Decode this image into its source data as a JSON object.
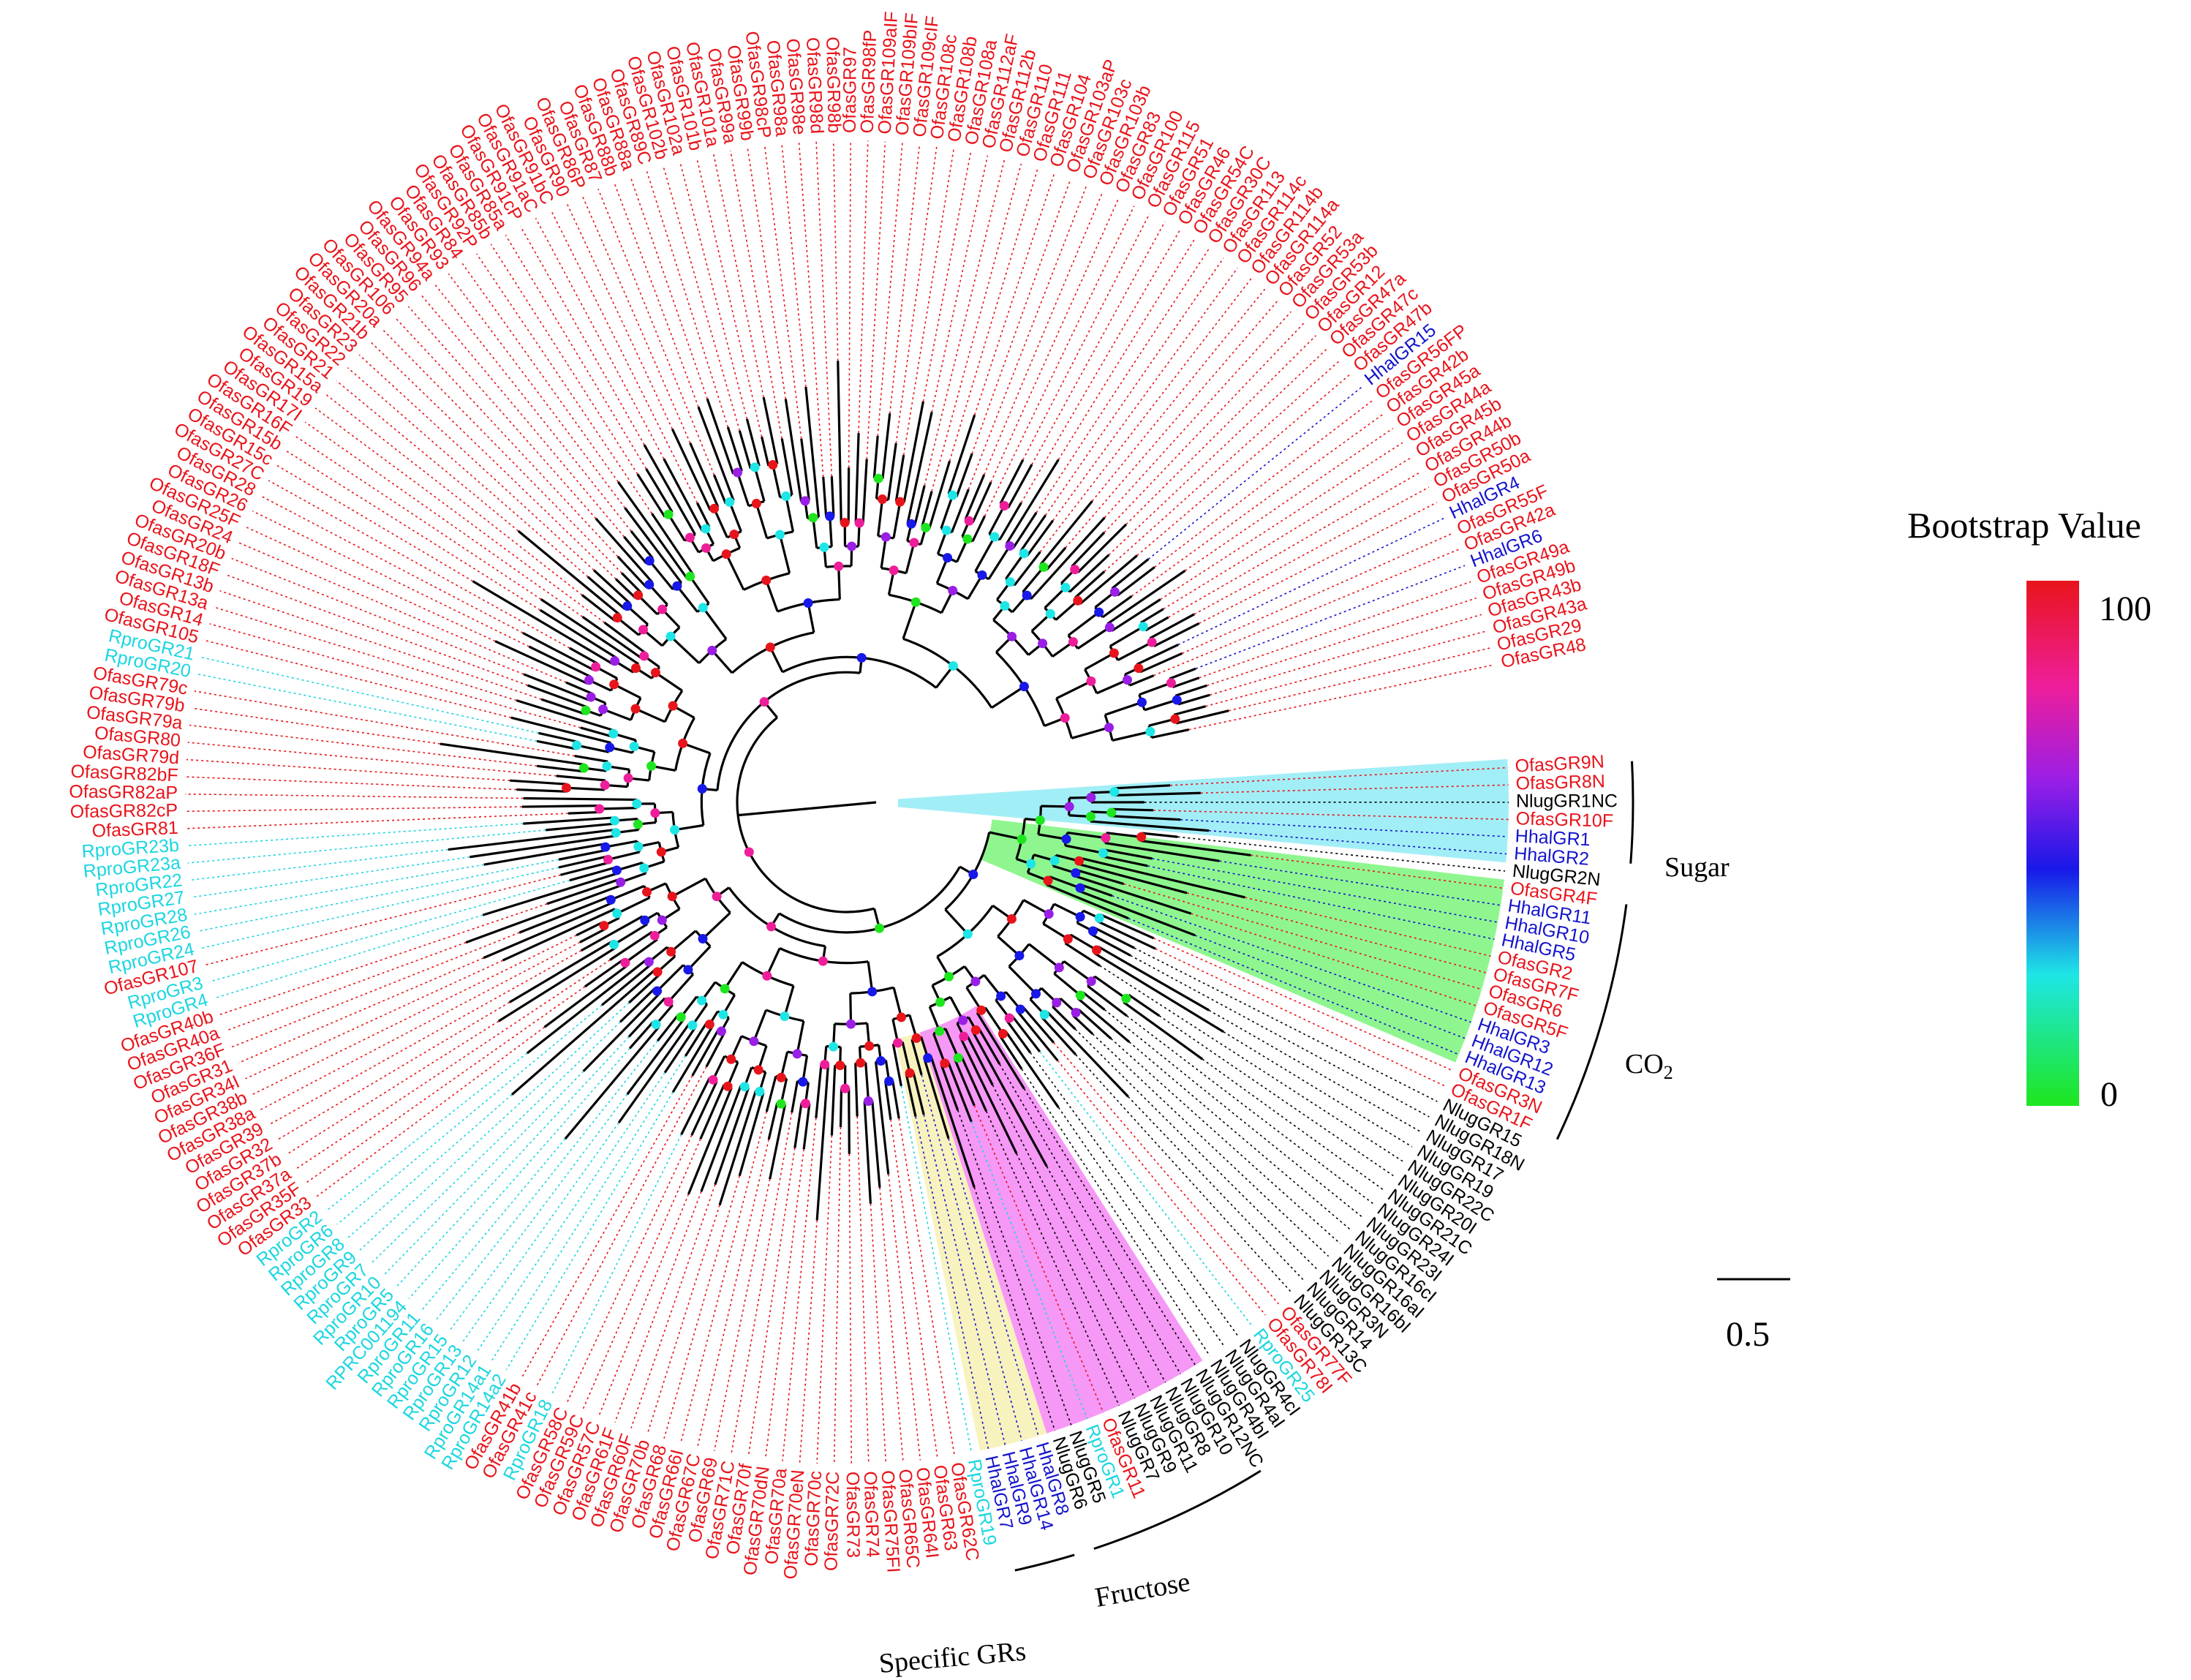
{
  "colors": {
    "Ofas": "#e8141b",
    "Rpro": "#1ad6e0",
    "Hhal": "#1414cc",
    "Nlug": "#000000",
    "gradient": [
      "#e8141b",
      "#ee1e9a",
      "#9a1ee6",
      "#1818e8",
      "#1ee6e6",
      "#1ee61e"
    ]
  },
  "leaves": [
    {
      "label": "OfasGR9N",
      "sp": "Ofas"
    },
    {
      "label": "OfasGR8N",
      "sp": "Ofas"
    },
    {
      "label": "NlugGR1NC",
      "sp": "Nlug"
    },
    {
      "label": "OfasGR10F",
      "sp": "Ofas"
    },
    {
      "label": "HhalGR1",
      "sp": "Hhal"
    },
    {
      "label": "HhalGR2",
      "sp": "Hhal"
    },
    {
      "label": "NlugGR2N",
      "sp": "Nlug"
    },
    {
      "label": "OfasGR4F",
      "sp": "Ofas"
    },
    {
      "label": "HhalGR11",
      "sp": "Hhal"
    },
    {
      "label": "HhalGR10",
      "sp": "Hhal"
    },
    {
      "label": "HhalGR5",
      "sp": "Hhal"
    },
    {
      "label": "OfasGR2",
      "sp": "Ofas"
    },
    {
      "label": "OfasGR7F",
      "sp": "Ofas"
    },
    {
      "label": "OfasGR6",
      "sp": "Ofas"
    },
    {
      "label": "OfasGR5F",
      "sp": "Ofas"
    },
    {
      "label": "HhalGR3",
      "sp": "Hhal"
    },
    {
      "label": "HhalGR12",
      "sp": "Hhal"
    },
    {
      "label": "HhalGR13",
      "sp": "Hhal"
    },
    {
      "label": "OfasGR3N",
      "sp": "Ofas"
    },
    {
      "label": "OfasGR1F",
      "sp": "Ofas"
    },
    {
      "label": "NlugGR15",
      "sp": "Nlug"
    },
    {
      "label": "NlugGR18N",
      "sp": "Nlug"
    },
    {
      "label": "NlugGR17",
      "sp": "Nlug"
    },
    {
      "label": "NlugGR19",
      "sp": "Nlug"
    },
    {
      "label": "NlugGR22C",
      "sp": "Nlug"
    },
    {
      "label": "NlugGR20I",
      "sp": "Nlug"
    },
    {
      "label": "NlugGR21C",
      "sp": "Nlug"
    },
    {
      "label": "NlugGR24I",
      "sp": "Nlug"
    },
    {
      "label": "NlugGR23I",
      "sp": "Nlug"
    },
    {
      "label": "NlugGR16cI",
      "sp": "Nlug"
    },
    {
      "label": "NlugGR16aI",
      "sp": "Nlug"
    },
    {
      "label": "NlugGR16bI",
      "sp": "Nlug"
    },
    {
      "label": "NlugGR3N",
      "sp": "Nlug"
    },
    {
      "label": "NlugGR14",
      "sp": "Nlug"
    },
    {
      "label": "NlugGR13C",
      "sp": "Nlug"
    },
    {
      "label": "OfasGR77F",
      "sp": "Ofas"
    },
    {
      "label": "OfasGR78I",
      "sp": "Ofas"
    },
    {
      "label": "RproGR25",
      "sp": "Rpro"
    },
    {
      "label": "NlugGR4cI",
      "sp": "Nlug"
    },
    {
      "label": "NlugGR4aI",
      "sp": "Nlug"
    },
    {
      "label": "NlugGR4bI",
      "sp": "Nlug"
    },
    {
      "label": "NlugGR12NC",
      "sp": "Nlug"
    },
    {
      "label": "NlugGR10",
      "sp": "Nlug"
    },
    {
      "label": "NlugGR8",
      "sp": "Nlug"
    },
    {
      "label": "NlugGR11",
      "sp": "Nlug"
    },
    {
      "label": "NlugGR9",
      "sp": "Nlug"
    },
    {
      "label": "NlugGR7",
      "sp": "Nlug"
    },
    {
      "label": "OfasGR11",
      "sp": "Ofas"
    },
    {
      "label": "RproGR1",
      "sp": "Rpro"
    },
    {
      "label": "NlugGR5",
      "sp": "Nlug"
    },
    {
      "label": "NlugGR6",
      "sp": "Nlug"
    },
    {
      "label": "HhalGR8",
      "sp": "Hhal"
    },
    {
      "label": "HhalGR14",
      "sp": "Hhal"
    },
    {
      "label": "HhalGR9",
      "sp": "Hhal"
    },
    {
      "label": "HhalGR7",
      "sp": "Hhal"
    },
    {
      "label": "RproGR19",
      "sp": "Rpro"
    },
    {
      "label": "OfasGR62C",
      "sp": "Ofas"
    },
    {
      "label": "OfasGR63",
      "sp": "Ofas"
    },
    {
      "label": "OfasGR64I",
      "sp": "Ofas"
    },
    {
      "label": "OfasGR65C",
      "sp": "Ofas"
    },
    {
      "label": "OfasGR75FI",
      "sp": "Ofas"
    },
    {
      "label": "OfasGR74",
      "sp": "Ofas"
    },
    {
      "label": "OfasGR73",
      "sp": "Ofas"
    },
    {
      "label": "OfasGR72C",
      "sp": "Ofas"
    },
    {
      "label": "OfasGR70c",
      "sp": "Ofas"
    },
    {
      "label": "OfasGR70eN",
      "sp": "Ofas"
    },
    {
      "label": "OfasGR70a",
      "sp": "Ofas"
    },
    {
      "label": "OfasGR70dN",
      "sp": "Ofas"
    },
    {
      "label": "OfasGR70f",
      "sp": "Ofas"
    },
    {
      "label": "OfasGR71C",
      "sp": "Ofas"
    },
    {
      "label": "OfasGR69",
      "sp": "Ofas"
    },
    {
      "label": "OfasGR67C",
      "sp": "Ofas"
    },
    {
      "label": "OfasGR66I",
      "sp": "Ofas"
    },
    {
      "label": "OfasGR68",
      "sp": "Ofas"
    },
    {
      "label": "OfasGR70b",
      "sp": "Ofas"
    },
    {
      "label": "OfasGR60F",
      "sp": "Ofas"
    },
    {
      "label": "OfasGR61F",
      "sp": "Ofas"
    },
    {
      "label": "OfasGR57C",
      "sp": "Ofas"
    },
    {
      "label": "OfasGR59C",
      "sp": "Ofas"
    },
    {
      "label": "OfasGR58C",
      "sp": "Ofas"
    },
    {
      "label": "RproGR18",
      "sp": "Rpro"
    },
    {
      "label": "OfasGR41c",
      "sp": "Ofas"
    },
    {
      "label": "OfasGR41b",
      "sp": "Ofas"
    },
    {
      "label": "RproGR14a2",
      "sp": "Rpro"
    },
    {
      "label": "RproGR14a1",
      "sp": "Rpro"
    },
    {
      "label": "RproGR12",
      "sp": "Rpro"
    },
    {
      "label": "RproGR13",
      "sp": "Rpro"
    },
    {
      "label": "RproGR15",
      "sp": "Rpro"
    },
    {
      "label": "RproGR16",
      "sp": "Rpro"
    },
    {
      "label": "RproGR11",
      "sp": "Rpro"
    },
    {
      "label": "RPRC001194",
      "sp": "Rpro"
    },
    {
      "label": "RproGR5",
      "sp": "Rpro"
    },
    {
      "label": "RproGR10",
      "sp": "Rpro"
    },
    {
      "label": "RproGR7",
      "sp": "Rpro"
    },
    {
      "label": "RproGR9",
      "sp": "Rpro"
    },
    {
      "label": "RproGR8",
      "sp": "Rpro"
    },
    {
      "label": "RproGR6",
      "sp": "Rpro"
    },
    {
      "label": "RproGR2",
      "sp": "Rpro"
    },
    {
      "label": "OfasGR33",
      "sp": "Ofas"
    },
    {
      "label": "OfasGR35F",
      "sp": "Ofas"
    },
    {
      "label": "OfasGR37a",
      "sp": "Ofas"
    },
    {
      "label": "OfasGR37b",
      "sp": "Ofas"
    },
    {
      "label": "OfasGR32",
      "sp": "Ofas"
    },
    {
      "label": "OfasGR39",
      "sp": "Ofas"
    },
    {
      "label": "OfasGR38a",
      "sp": "Ofas"
    },
    {
      "label": "OfasGR38b",
      "sp": "Ofas"
    },
    {
      "label": "OfasGR34I",
      "sp": "Ofas"
    },
    {
      "label": "OfasGR31",
      "sp": "Ofas"
    },
    {
      "label": "OfasGR36F",
      "sp": "Ofas"
    },
    {
      "label": "OfasGR40a",
      "sp": "Ofas"
    },
    {
      "label": "OfasGR40b",
      "sp": "Ofas"
    },
    {
      "label": "RproGR4",
      "sp": "Rpro"
    },
    {
      "label": "RproGR3",
      "sp": "Rpro"
    },
    {
      "label": "OfasGR107",
      "sp": "Ofas"
    },
    {
      "label": "RproGR24",
      "sp": "Rpro"
    },
    {
      "label": "RproGR26",
      "sp": "Rpro"
    },
    {
      "label": "RproGR28",
      "sp": "Rpro"
    },
    {
      "label": "RproGR27",
      "sp": "Rpro"
    },
    {
      "label": "RproGR22",
      "sp": "Rpro"
    },
    {
      "label": "RproGR23a",
      "sp": "Rpro"
    },
    {
      "label": "RproGR23b",
      "sp": "Rpro"
    },
    {
      "label": "OfasGR81",
      "sp": "Ofas"
    },
    {
      "label": "OfasGR82cP",
      "sp": "Ofas"
    },
    {
      "label": "OfasGR82aP",
      "sp": "Ofas"
    },
    {
      "label": "OfasGR82bF",
      "sp": "Ofas"
    },
    {
      "label": "OfasGR79d",
      "sp": "Ofas"
    },
    {
      "label": "OfasGR80",
      "sp": "Ofas"
    },
    {
      "label": "OfasGR79a",
      "sp": "Ofas"
    },
    {
      "label": "OfasGR79b",
      "sp": "Ofas"
    },
    {
      "label": "OfasGR79c",
      "sp": "Ofas"
    },
    {
      "label": "RproGR20",
      "sp": "Rpro"
    },
    {
      "label": "RproGR21",
      "sp": "Rpro"
    },
    {
      "label": "OfasGR105",
      "sp": "Ofas"
    },
    {
      "label": "OfasGR14",
      "sp": "Ofas"
    },
    {
      "label": "OfasGR13a",
      "sp": "Ofas"
    },
    {
      "label": "OfasGR13b",
      "sp": "Ofas"
    },
    {
      "label": "OfasGR18F",
      "sp": "Ofas"
    },
    {
      "label": "OfasGR20b",
      "sp": "Ofas"
    },
    {
      "label": "OfasGR24",
      "sp": "Ofas"
    },
    {
      "label": "OfasGR25F",
      "sp": "Ofas"
    },
    {
      "label": "OfasGR26",
      "sp": "Ofas"
    },
    {
      "label": "OfasGR28",
      "sp": "Ofas"
    },
    {
      "label": "OfasGR27C",
      "sp": "Ofas"
    },
    {
      "label": "OfasGR15c",
      "sp": "Ofas"
    },
    {
      "label": "OfasGR15b",
      "sp": "Ofas"
    },
    {
      "label": "OfasGR16F",
      "sp": "Ofas"
    },
    {
      "label": "OfasGR17I",
      "sp": "Ofas"
    },
    {
      "label": "OfasGR19",
      "sp": "Ofas"
    },
    {
      "label": "OfasGR15a",
      "sp": "Ofas"
    },
    {
      "label": "OfasGR21",
      "sp": "Ofas"
    },
    {
      "label": "OfasGR22",
      "sp": "Ofas"
    },
    {
      "label": "OfasGR23",
      "sp": "Ofas"
    },
    {
      "label": "OfasGR21b",
      "sp": "Ofas"
    },
    {
      "label": "OfasGR20a",
      "sp": "Ofas"
    },
    {
      "label": "OfasGR106",
      "sp": "Ofas"
    },
    {
      "label": "OfasGR95",
      "sp": "Ofas"
    },
    {
      "label": "OfasGR96",
      "sp": "Ofas"
    },
    {
      "label": "OfasGR94a",
      "sp": "Ofas"
    },
    {
      "label": "OfasGR93",
      "sp": "Ofas"
    },
    {
      "label": "OfasGR84",
      "sp": "Ofas"
    },
    {
      "label": "OfasGR92P",
      "sp": "Ofas"
    },
    {
      "label": "OfasGR85b",
      "sp": "Ofas"
    },
    {
      "label": "OfasGR85a",
      "sp": "Ofas"
    },
    {
      "label": "OfasGR91cP",
      "sp": "Ofas"
    },
    {
      "label": "OfasGR91aC",
      "sp": "Ofas"
    },
    {
      "label": "OfasGR91bC",
      "sp": "Ofas"
    },
    {
      "label": "OfasGR90",
      "sp": "Ofas"
    },
    {
      "label": "OfasGR86P",
      "sp": "Ofas"
    },
    {
      "label": "OfasGR87",
      "sp": "Ofas"
    },
    {
      "label": "OfasGR88b",
      "sp": "Ofas"
    },
    {
      "label": "OfasGR88a",
      "sp": "Ofas"
    },
    {
      "label": "OfasGR89C",
      "sp": "Ofas"
    },
    {
      "label": "OfasGR102b",
      "sp": "Ofas"
    },
    {
      "label": "OfasGR102a",
      "sp": "Ofas"
    },
    {
      "label": "OfasGR101b",
      "sp": "Ofas"
    },
    {
      "label": "OfasGR101a",
      "sp": "Ofas"
    },
    {
      "label": "OfasGR99a",
      "sp": "Ofas"
    },
    {
      "label": "OfasGR99b",
      "sp": "Ofas"
    },
    {
      "label": "OfasGR98cP",
      "sp": "Ofas"
    },
    {
      "label": "OfasGR98a",
      "sp": "Ofas"
    },
    {
      "label": "OfasGR98e",
      "sp": "Ofas"
    },
    {
      "label": "OfasGR98d",
      "sp": "Ofas"
    },
    {
      "label": "OfasGR98b",
      "sp": "Ofas"
    },
    {
      "label": "OfasGR97",
      "sp": "Ofas"
    },
    {
      "label": "OfasGR98fP",
      "sp": "Ofas"
    },
    {
      "label": "OfasGR109aIF",
      "sp": "Ofas"
    },
    {
      "label": "OfasGR109bIF",
      "sp": "Ofas"
    },
    {
      "label": "OfasGR109cIF",
      "sp": "Ofas"
    },
    {
      "label": "OfasGR108c",
      "sp": "Ofas"
    },
    {
      "label": "OfasGR108b",
      "sp": "Ofas"
    },
    {
      "label": "OfasGR108a",
      "sp": "Ofas"
    },
    {
      "label": "OfasGR112aF",
      "sp": "Ofas"
    },
    {
      "label": "OfasGR112b",
      "sp": "Ofas"
    },
    {
      "label": "OfasGR110",
      "sp": "Ofas"
    },
    {
      "label": "OfasGR111",
      "sp": "Ofas"
    },
    {
      "label": "OfasGR104",
      "sp": "Ofas"
    },
    {
      "label": "OfasGR103aP",
      "sp": "Ofas"
    },
    {
      "label": "OfasGR103c",
      "sp": "Ofas"
    },
    {
      "label": "OfasGR103b",
      "sp": "Ofas"
    },
    {
      "label": "OfasGR83",
      "sp": "Ofas"
    },
    {
      "label": "OfasGR100",
      "sp": "Ofas"
    },
    {
      "label": "OfasGR115",
      "sp": "Ofas"
    },
    {
      "label": "OfasGR51",
      "sp": "Ofas"
    },
    {
      "label": "OfasGR46",
      "sp": "Ofas"
    },
    {
      "label": "OfasGR54C",
      "sp": "Ofas"
    },
    {
      "label": "OfasGR30C",
      "sp": "Ofas"
    },
    {
      "label": "OfasGR113",
      "sp": "Ofas"
    },
    {
      "label": "OfasGR114c",
      "sp": "Ofas"
    },
    {
      "label": "OfasGR114b",
      "sp": "Ofas"
    },
    {
      "label": "OfasGR114a",
      "sp": "Ofas"
    },
    {
      "label": "OfasGR52",
      "sp": "Ofas"
    },
    {
      "label": "OfasGR53a",
      "sp": "Ofas"
    },
    {
      "label": "OfasGR53b",
      "sp": "Ofas"
    },
    {
      "label": "OfasGR12",
      "sp": "Ofas"
    },
    {
      "label": "OfasGR47a",
      "sp": "Ofas"
    },
    {
      "label": "OfasGR47c",
      "sp": "Ofas"
    },
    {
      "label": "OfasGR47b",
      "sp": "Ofas"
    },
    {
      "label": "HhalGR15",
      "sp": "Hhal"
    },
    {
      "label": "OfasGR56FP",
      "sp": "Ofas"
    },
    {
      "label": "OfasGR42b",
      "sp": "Ofas"
    },
    {
      "label": "OfasGR45a",
      "sp": "Ofas"
    },
    {
      "label": "OfasGR44a",
      "sp": "Ofas"
    },
    {
      "label": "OfasGR45b",
      "sp": "Ofas"
    },
    {
      "label": "OfasGR44b",
      "sp": "Ofas"
    },
    {
      "label": "OfasGR50b",
      "sp": "Ofas"
    },
    {
      "label": "OfasGR50a",
      "sp": "Ofas"
    },
    {
      "label": "HhalGR4",
      "sp": "Hhal"
    },
    {
      "label": "OfasGR55F",
      "sp": "Ofas"
    },
    {
      "label": "OfasGR42a",
      "sp": "Ofas"
    },
    {
      "label": "HhalGR6",
      "sp": "Hhal"
    },
    {
      "label": "OfasGR49a",
      "sp": "Ofas"
    },
    {
      "label": "OfasGR49b",
      "sp": "Ofas"
    },
    {
      "label": "OfasGR43b",
      "sp": "Ofas"
    },
    {
      "label": "OfasGR43a",
      "sp": "Ofas"
    },
    {
      "label": "OfasGR29",
      "sp": "Ofas"
    },
    {
      "label": "OfasGR48",
      "sp": "Ofas"
    }
  ],
  "clades": [
    {
      "name": "Sugar",
      "label": "Sugar",
      "fill": "#55e0ee"
    },
    {
      "name": "CO2",
      "label": "CO",
      "sub": "2",
      "fill": "#33ee33"
    },
    {
      "name": "Fructose",
      "label": "Fructose",
      "fill": "#ee44ee"
    },
    {
      "name": "Specific GRs",
      "label": "Specific GRs",
      "fill": "#f2e888"
    }
  ],
  "legend": {
    "title": "Bootstrap Value",
    "max_label": "100",
    "min_label": "0"
  },
  "scale_bar": {
    "label": "0.5"
  }
}
